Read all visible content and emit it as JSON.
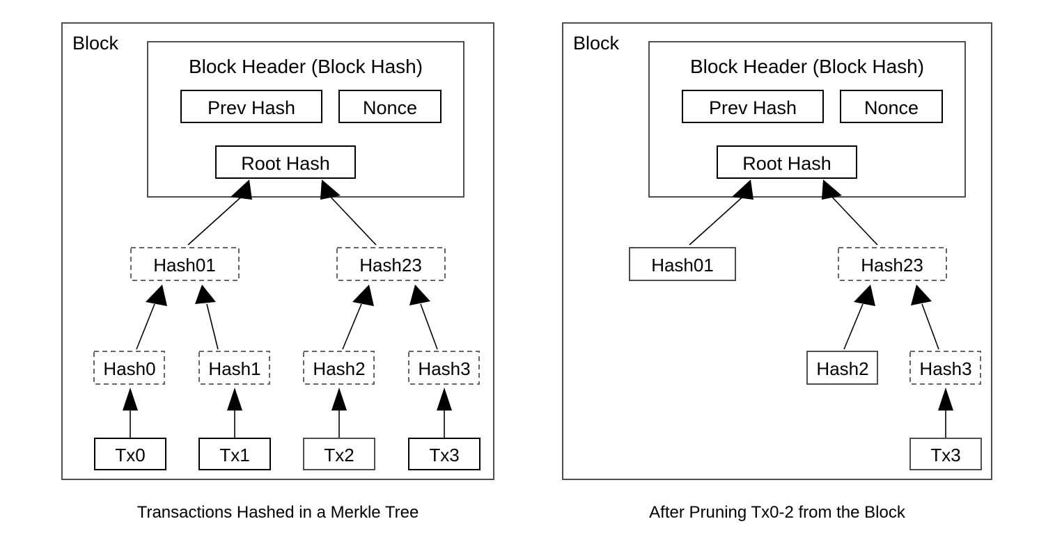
{
  "figure": {
    "title": "Merkle Tree Block Pruning Diagram",
    "background_color": "#ffffff",
    "line_color": "#000000",
    "frame_color": "#4d4d4d",
    "dashed_color": "#666666"
  },
  "panels": [
    {
      "id": "left",
      "block_label": "Block",
      "caption": "Transactions Hashed in a Merkle Tree",
      "header": {
        "title": "Block Header (Block Hash)",
        "fields": [
          {
            "label": "Prev Hash",
            "style": "solid"
          },
          {
            "label": "Nonce",
            "style": "solid"
          }
        ],
        "root": {
          "label": "Root Hash",
          "style": "solid"
        }
      },
      "hash_level_1": [
        {
          "label": "Hash01",
          "style": "dashed"
        },
        {
          "label": "Hash23",
          "style": "dashed"
        }
      ],
      "hash_level_0": [
        {
          "label": "Hash0",
          "style": "dashed"
        },
        {
          "label": "Hash1",
          "style": "dashed"
        },
        {
          "label": "Hash2",
          "style": "dashed"
        },
        {
          "label": "Hash3",
          "style": "dashed"
        }
      ],
      "transactions": [
        {
          "label": "Tx0",
          "style": "solid"
        },
        {
          "label": "Tx1",
          "style": "solid"
        },
        {
          "label": "Tx2",
          "style": "solid"
        },
        {
          "label": "Tx3",
          "style": "solid"
        }
      ]
    },
    {
      "id": "right",
      "block_label": "Block",
      "caption": "After Pruning Tx0-2 from the Block",
      "header": {
        "title": "Block Header (Block Hash)",
        "fields": [
          {
            "label": "Prev Hash",
            "style": "solid"
          },
          {
            "label": "Nonce",
            "style": "solid"
          }
        ],
        "root": {
          "label": "Root Hash",
          "style": "solid"
        }
      },
      "hash_level_1": [
        {
          "label": "Hash01",
          "style": "solid"
        },
        {
          "label": "Hash23",
          "style": "dashed"
        }
      ],
      "hash_level_0": [
        {
          "label": "Hash2",
          "style": "solid"
        },
        {
          "label": "Hash3",
          "style": "dashed"
        }
      ],
      "transactions": [
        {
          "label": "Tx3",
          "style": "solid"
        }
      ]
    }
  ]
}
